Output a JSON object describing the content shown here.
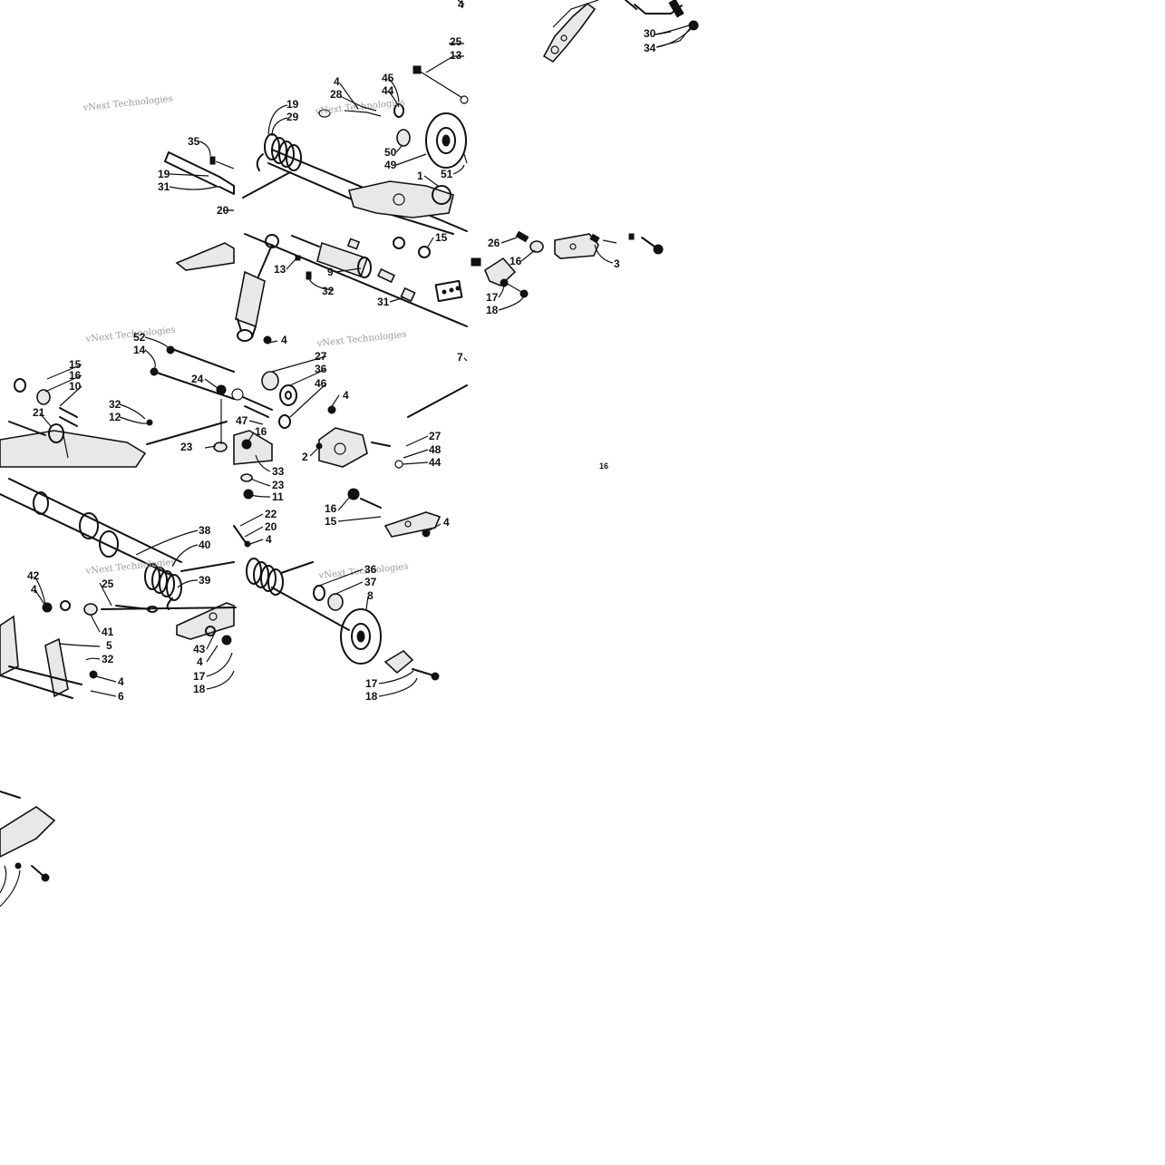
{
  "watermark": {
    "text": "vNext Technologies"
  },
  "callouts": {
    "c4a": "4",
    "c25": "25",
    "c13a": "13",
    "c30": "30",
    "c34": "34",
    "c4b": "4",
    "c28": "28",
    "c45a": "45",
    "c44a": "44",
    "c19a": "19",
    "c29": "29",
    "c35": "35",
    "c19b": "19",
    "c31a": "31",
    "c20a": "20",
    "c50": "50",
    "c49": "49",
    "c1": "1",
    "c51": "51",
    "c13b": "13",
    "c9": "9",
    "c32a": "32",
    "c31b": "31",
    "c15a": "15",
    "c26": "26",
    "c16a": "16",
    "c3": "3",
    "c17a": "17",
    "c18a": "18",
    "c4c": "4",
    "c52": "52",
    "c14": "14",
    "c24": "24",
    "c27a": "27",
    "c36a": "36",
    "c46": "46",
    "c15b": "15",
    "c16b": "16",
    "c10": "10",
    "c32b": "32",
    "c12": "12",
    "c21": "21",
    "c47": "47",
    "c23a": "23",
    "c16c": "16",
    "c4d": "4",
    "c7": "7",
    "c2": "2",
    "c27b": "27",
    "c48": "48",
    "c44b": "44",
    "c33": "33",
    "c23b": "23",
    "c11": "11",
    "c16d": "16",
    "c15c": "15",
    "c4e": "4",
    "c22": "22",
    "c20b": "20",
    "c4f": "4",
    "c38": "38",
    "c40": "40",
    "c39": "39",
    "c42": "42",
    "c4g": "4",
    "c25b": "25",
    "c41": "41",
    "c5": "5",
    "c32c": "32",
    "c4h": "4",
    "c6": "6",
    "c43": "43",
    "c4i": "4",
    "c17b": "17",
    "c18b": "18",
    "c36b": "36",
    "c37": "37",
    "c8": "8",
    "c17c": "17",
    "c18c": "18",
    "c16e": "16"
  }
}
